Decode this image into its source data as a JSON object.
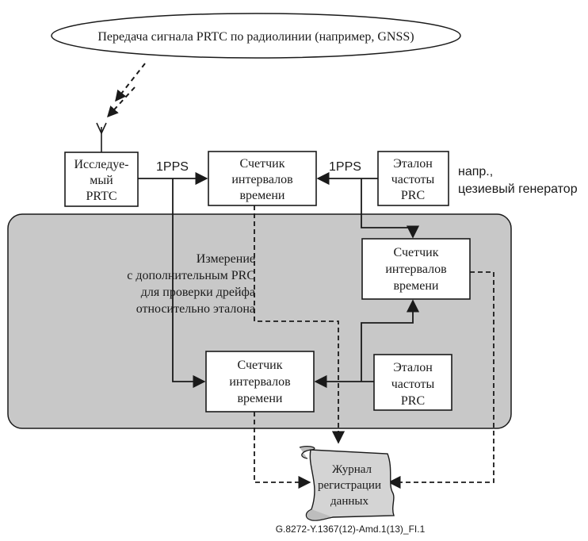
{
  "ellipse_label": "Передача сигнала PRTC по радиолинии (например, GNSS)",
  "boxes": {
    "prtc_under_test": [
      "Исследуе-",
      "мый",
      "PRTC"
    ],
    "counter_top": [
      "Счетчик",
      "интервалов",
      "времени"
    ],
    "reference_top": [
      "Эталон",
      "частоты",
      "PRC"
    ],
    "counter_right": [
      "Счетчик",
      "интервалов",
      "времени"
    ],
    "counter_bottom": [
      "Счетчик",
      "интервалов",
      "времени"
    ],
    "reference_bottom": [
      "Эталон",
      "частоты",
      "PRC"
    ]
  },
  "labels": {
    "pps_left": "1PPS",
    "pps_right": "1PPS",
    "reference_note": [
      "напр.,",
      "цезиевый генератор"
    ],
    "measurement_note": [
      "Измерение",
      "с дополнительным PRC",
      "для проверки дрейфа",
      "относительно эталона"
    ]
  },
  "log": [
    "Журнал",
    "регистрации",
    "данных"
  ],
  "figure_id": "G.8272-Y.1367(12)-Amd.1(13)_FI.1",
  "colors": {
    "panel": "#c8c8c8",
    "line": "#1a1a1a",
    "box": "#ffffff",
    "scroll": "#d4d4d4"
  }
}
